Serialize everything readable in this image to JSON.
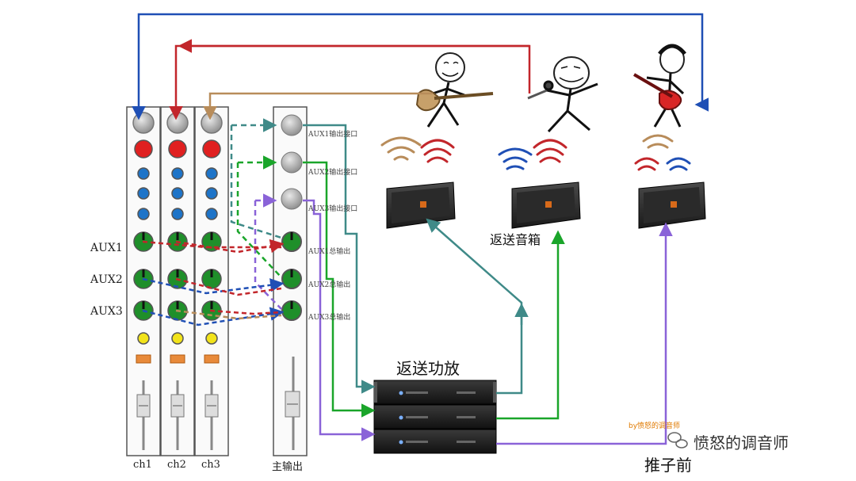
{
  "channels": [
    {
      "label": "ch1"
    },
    {
      "label": "ch2"
    },
    {
      "label": "ch3"
    }
  ],
  "master": {
    "label": "主输出"
  },
  "aux_labels": [
    "AUX1",
    "AUX2",
    "AUX3"
  ],
  "aux_ports": [
    "AUX1输出接口",
    "AUX2输出接口",
    "AUX3输出接口"
  ],
  "aux_masters": [
    "AUX1总输出",
    "AUX2总输出",
    "AUX3总输出"
  ],
  "amp": {
    "label": "返送功放"
  },
  "monitor": {
    "label": "返送音箱"
  },
  "prefader": {
    "label": "推子前"
  },
  "credit": "by愤怒的调音师",
  "watermark": "愤怒的调音师",
  "colors": {
    "blue": "#1f4fb5",
    "red": "#c2262b",
    "tan": "#b88c5a",
    "teal": "#3f8a88",
    "green": "#1aa52a",
    "purple": "#8a63d8",
    "knob_green": "#1f8f2a",
    "knob_blue": "#1e74c8",
    "knob_red": "#e02020",
    "knob_yellow": "#f2e31a"
  }
}
